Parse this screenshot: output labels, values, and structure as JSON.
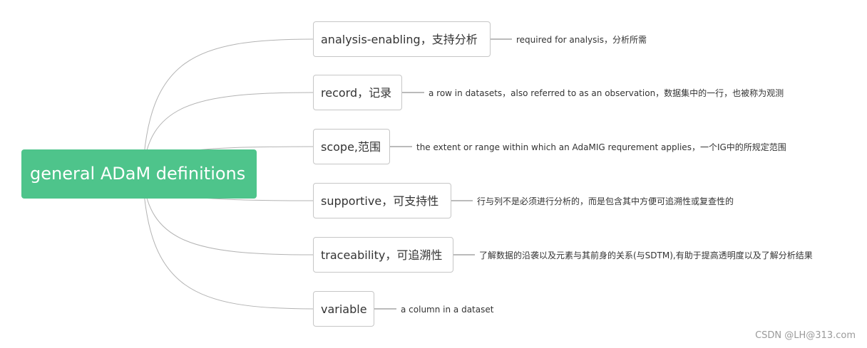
{
  "root": {
    "label": "general ADaM definitions"
  },
  "branches": [
    {
      "label": "analysis-enabling，支持分析",
      "description": "required for analysis，分析所需"
    },
    {
      "label": "record，记录",
      "description": "a row in datasets，also referred to as an observation，数据集中的一行，也被称为观测"
    },
    {
      "label": "scope,范围",
      "description": "the extent or range within which an AdaMIG requrement applies，一个IG中的所规定范围"
    },
    {
      "label": "supportive，可支持性",
      "description": "行与列不是必须进行分析的，而是包含其中方便可追溯性或复查性的"
    },
    {
      "label": "traceability，可追溯性",
      "description": "了解数据的沿袭以及元素与其前身的关系(与SDTM),有助于提高透明度以及了解分析结果"
    },
    {
      "label": "variable",
      "description": "a column in a dataset"
    }
  ],
  "watermark": "CSDN @LH@313.com",
  "colors": {
    "root": "#4ec48b",
    "line": "#b3b3b3",
    "node_border": "#c6c6c6"
  }
}
